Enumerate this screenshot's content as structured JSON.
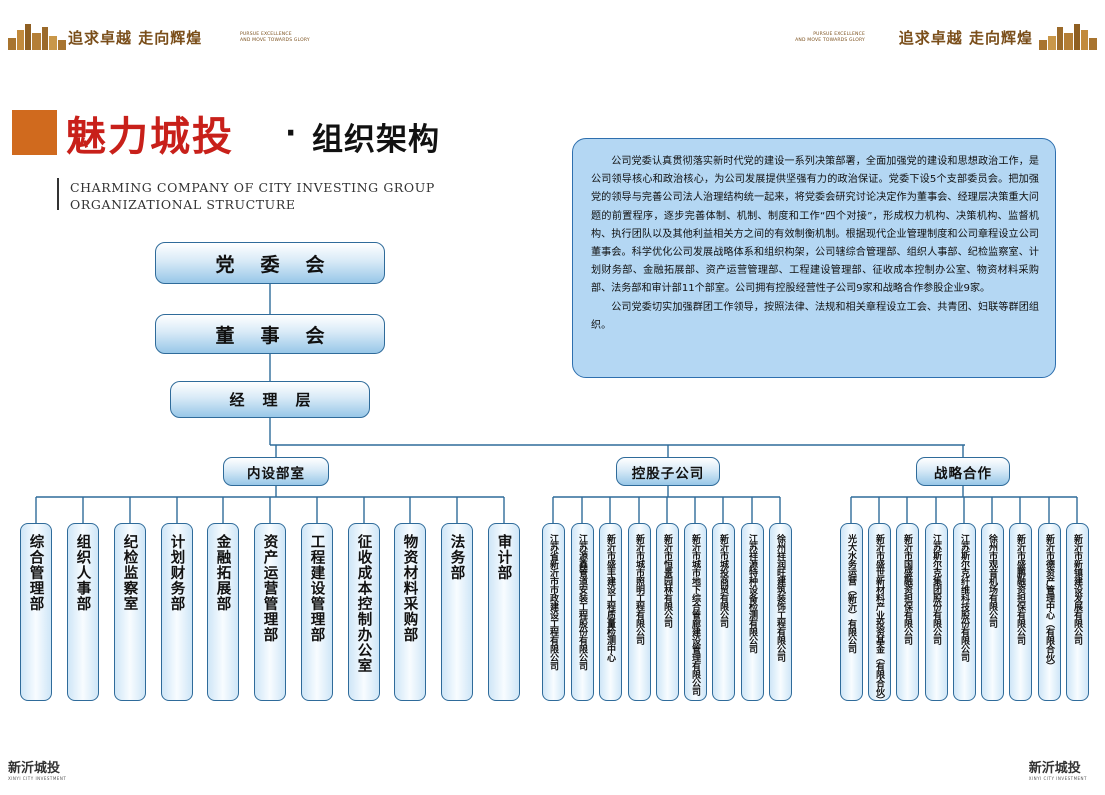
{
  "header": {
    "motto": "追求卓越 走向辉煌",
    "motto_en_1": "PURSUE EXCELLENCE",
    "motto_en_2": "AND MOVE TOWARDS GLORY"
  },
  "title": {
    "main": "魅力城投",
    "dot": "·",
    "sub": "组织架构",
    "en_line1": "CHARMING COMPANY OF CITY INVESTING GROUP",
    "en_line2": "ORGANIZATIONAL STRUCTURE"
  },
  "description": {
    "para1": "公司党委认真贯彻落实新时代党的建设一系列决策部署，全面加强党的建设和思想政治工作，是公司领导核心和政治核心，为公司发展提供坚强有力的政治保证。党委下设5个支部委员会。把加强党的领导与完善公司法人治理结构统一起来，将党委会研究讨论决定作为董事会、经理层决策重大问题的前置程序，逐步完善体制、机制、制度和工作“四个对接”，形成权力机构、决策机构、监督机构、执行团队以及其他利益相关方之间的有效制衡机制。根据现代企业管理制度和公司章程设立公司董事会。科学优化公司发展战略体系和组织构架，公司辖综合管理部、组织人事部、纪检监察室、计划财务部、金融拓展部、资产运营管理部、工程建设管理部、征收成本控制办公室、物资材料采购部、法务部和审计部11个部室。公司拥有控股经营性子公司9家和战略合作参股企业9家。",
    "para2": "公司党委切实加强群团工作领导，按照法律、法规和相关章程设立工会、共青团、妇联等群团组织。"
  },
  "org": {
    "party_committee": "党委会",
    "board": "董事会",
    "management": "经理层",
    "categories": [
      "内设部室",
      "控股子公司",
      "战略合作"
    ],
    "departments": [
      "综合管理部",
      "组织人事部",
      "纪检监察室",
      "计划财务部",
      "金融拓展部",
      "资产运营管理部",
      "工程建设管理部",
      "征收成本控制办公室",
      "物资材料采购部",
      "法务部",
      "审计部"
    ],
    "subsidiaries": [
      "江苏省新沂市市政建设工程有限公司",
      "江苏源鑫管道安装工程股份有限公司",
      "新沂市盛丰建设工程质量检测中心",
      "新沂市城市照明工程有限公司",
      "新沂市恒景园林有限公司",
      "新沂市城市地下综合管廊建设管理有限公司",
      "新沂市城投商贸有限公司",
      "江苏祥源特种设备检测有限公司",
      "徐州祥润旺建筑装饰工程有限公司"
    ],
    "partners": [
      "光大水务运营（新沂）有限公司",
      "新沂市盛世新材料产业投资基金（有限合伙）",
      "新沂市国盛融资担保有限公司",
      "江苏斯尔克集团股份有限公司",
      "江苏斯尔克纤维科技股份有限公司",
      "徐州市观音机场有限公司",
      "新沂市盛鹏融资担保有限公司",
      "新沂市德资产管理中心（有限合伙）",
      "新沂市新镇建设发展有限公司"
    ]
  },
  "footer": {
    "brand": "新沂城投",
    "brand_en": "XINYI CITY INVESTMENT"
  }
}
